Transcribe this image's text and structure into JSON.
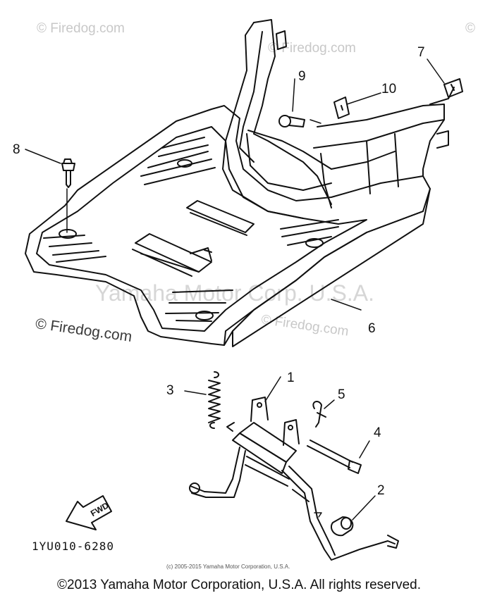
{
  "watermarks": {
    "top_left": "© Firedog.com",
    "top_center": "© Firedog.com",
    "top_right": "©",
    "mid_left": "© Firedog.com",
    "center_faint": "Yamaha Motor Corp. U.S.A.",
    "mid_right_faint": "© Firedog.com"
  },
  "callouts": {
    "c1": "1",
    "c2": "2",
    "c3": "3",
    "c4": "4",
    "c5": "5",
    "c6": "6",
    "c7": "7",
    "c8": "8",
    "c9": "9",
    "c10": "10"
  },
  "fwd_label": "FWD",
  "part_code": "1YU010-6280",
  "small_copyright": "(c) 2005-2015 Yamaha Motor Corporation, U.S.A.",
  "footer_copyright": "©2013 Yamaha Motor Corporation, U.S.A. All rights reserved."
}
